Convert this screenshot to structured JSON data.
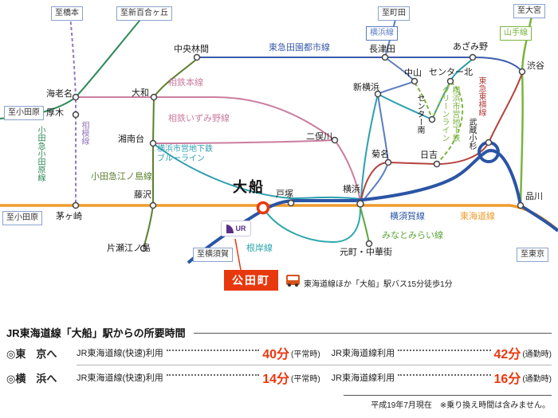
{
  "colors": {
    "tokaido_line": "#ef9b2d",
    "yokosuka_line": "#2b55a5",
    "negishi_line": "#2fa8ad",
    "minatomirai_line": "#5ea63c",
    "blue_line": "#2d9fae",
    "green_line": "#7cb341",
    "sotetsu_line": "#cb7da0",
    "odakyu_odawara_line": "#2f8a57",
    "odakyu_enoshima_line": "#5d7f2f",
    "sagami_line": "#9678bd",
    "denentoshi_line": "#3c5cac",
    "yokohama_line": "#5a7cc0",
    "yamanote_line": "#79b43e",
    "toyoko_line": "#b4433e",
    "highlight_red": "#e8380d",
    "ur_purple": "#5b2d86"
  },
  "map": {
    "terminals": {
      "hashimoto": "至橋本",
      "shin_yurigaoka": "至新百合ヶ丘",
      "machida": "至町田",
      "omiya": "至大宮",
      "odawara_odakyu": "至小田原",
      "odawara_tokaido": "至小田原",
      "yokosuka": "至横須賀",
      "tokyo": "至東京"
    },
    "line_labels": {
      "yamanote": "山手線",
      "yokohama": "横浜線",
      "denentoshi": "東急田園都市線",
      "sotetsu_main": "相鉄本線",
      "sotetsu_izumino": "相鉄いずみ野線",
      "subway_blue_1": "横浜市営地下鉄",
      "subway_blue_2": "ブルーライン",
      "subway_green": "横浜市営地下鉄グリーンライン",
      "odakyu_enoshima": "小田急江ノ島線",
      "odakyu_odawara": "小田急小田原線",
      "sagami": "相模線",
      "tokyu_toyoko": "東急東横線",
      "yokosuka": "横須賀線",
      "tokaido": "東海道線",
      "negishi": "根岸線",
      "minatomirai": "みなとみらい線"
    },
    "stations": {
      "chuorinkan": "中央林間",
      "nagatsuta": "長津田",
      "azamino": "あざみ野",
      "shibuya": "渋谷",
      "ebina": "海老名",
      "yamato": "大和",
      "atsugi": "厚木",
      "nakayama": "中山",
      "center_kita": "センター北",
      "center_minami": "センター南",
      "shin_yokohama": "新横浜",
      "shonandai": "湘南台",
      "futamatagawa": "二俣川",
      "kikuna": "菊名",
      "hiyoshi": "日吉",
      "musashikosugi": "武蔵小杉",
      "chigasaki": "茅ヶ崎",
      "fujisawa": "藤沢",
      "totsuka": "戸塚",
      "yokohama": "横浜",
      "shinagawa": "品川",
      "ofuna": "大船",
      "katase_enoshima": "片瀬江ノ島",
      "motomachi": "元町・中華街"
    },
    "marker": {
      "ur": "UR",
      "property_name": "公田町",
      "bus_note": "東海道線ほか「大船」駅バス15分徒歩1分"
    }
  },
  "info": {
    "title": "JR東海道線「大船」駅からの所要時間",
    "rows": [
      {
        "dest": "◎東　京へ",
        "route1": "JR東海道線(快速)利用",
        "time1": "40分",
        "note1": "(平常時)",
        "route2": "JR東海道線利用",
        "time2": "42分",
        "note2": "(通勤時)"
      },
      {
        "dest": "◎横　浜へ",
        "route1": "JR東海道線(快速)利用",
        "time1": "14分",
        "note1": "(平常時)",
        "route2": "JR東海道線利用",
        "time2": "16分",
        "note2": "(通勤時)"
      }
    ],
    "footnote": "平成19年7月現在　※乗り換え時間は含みません。"
  }
}
